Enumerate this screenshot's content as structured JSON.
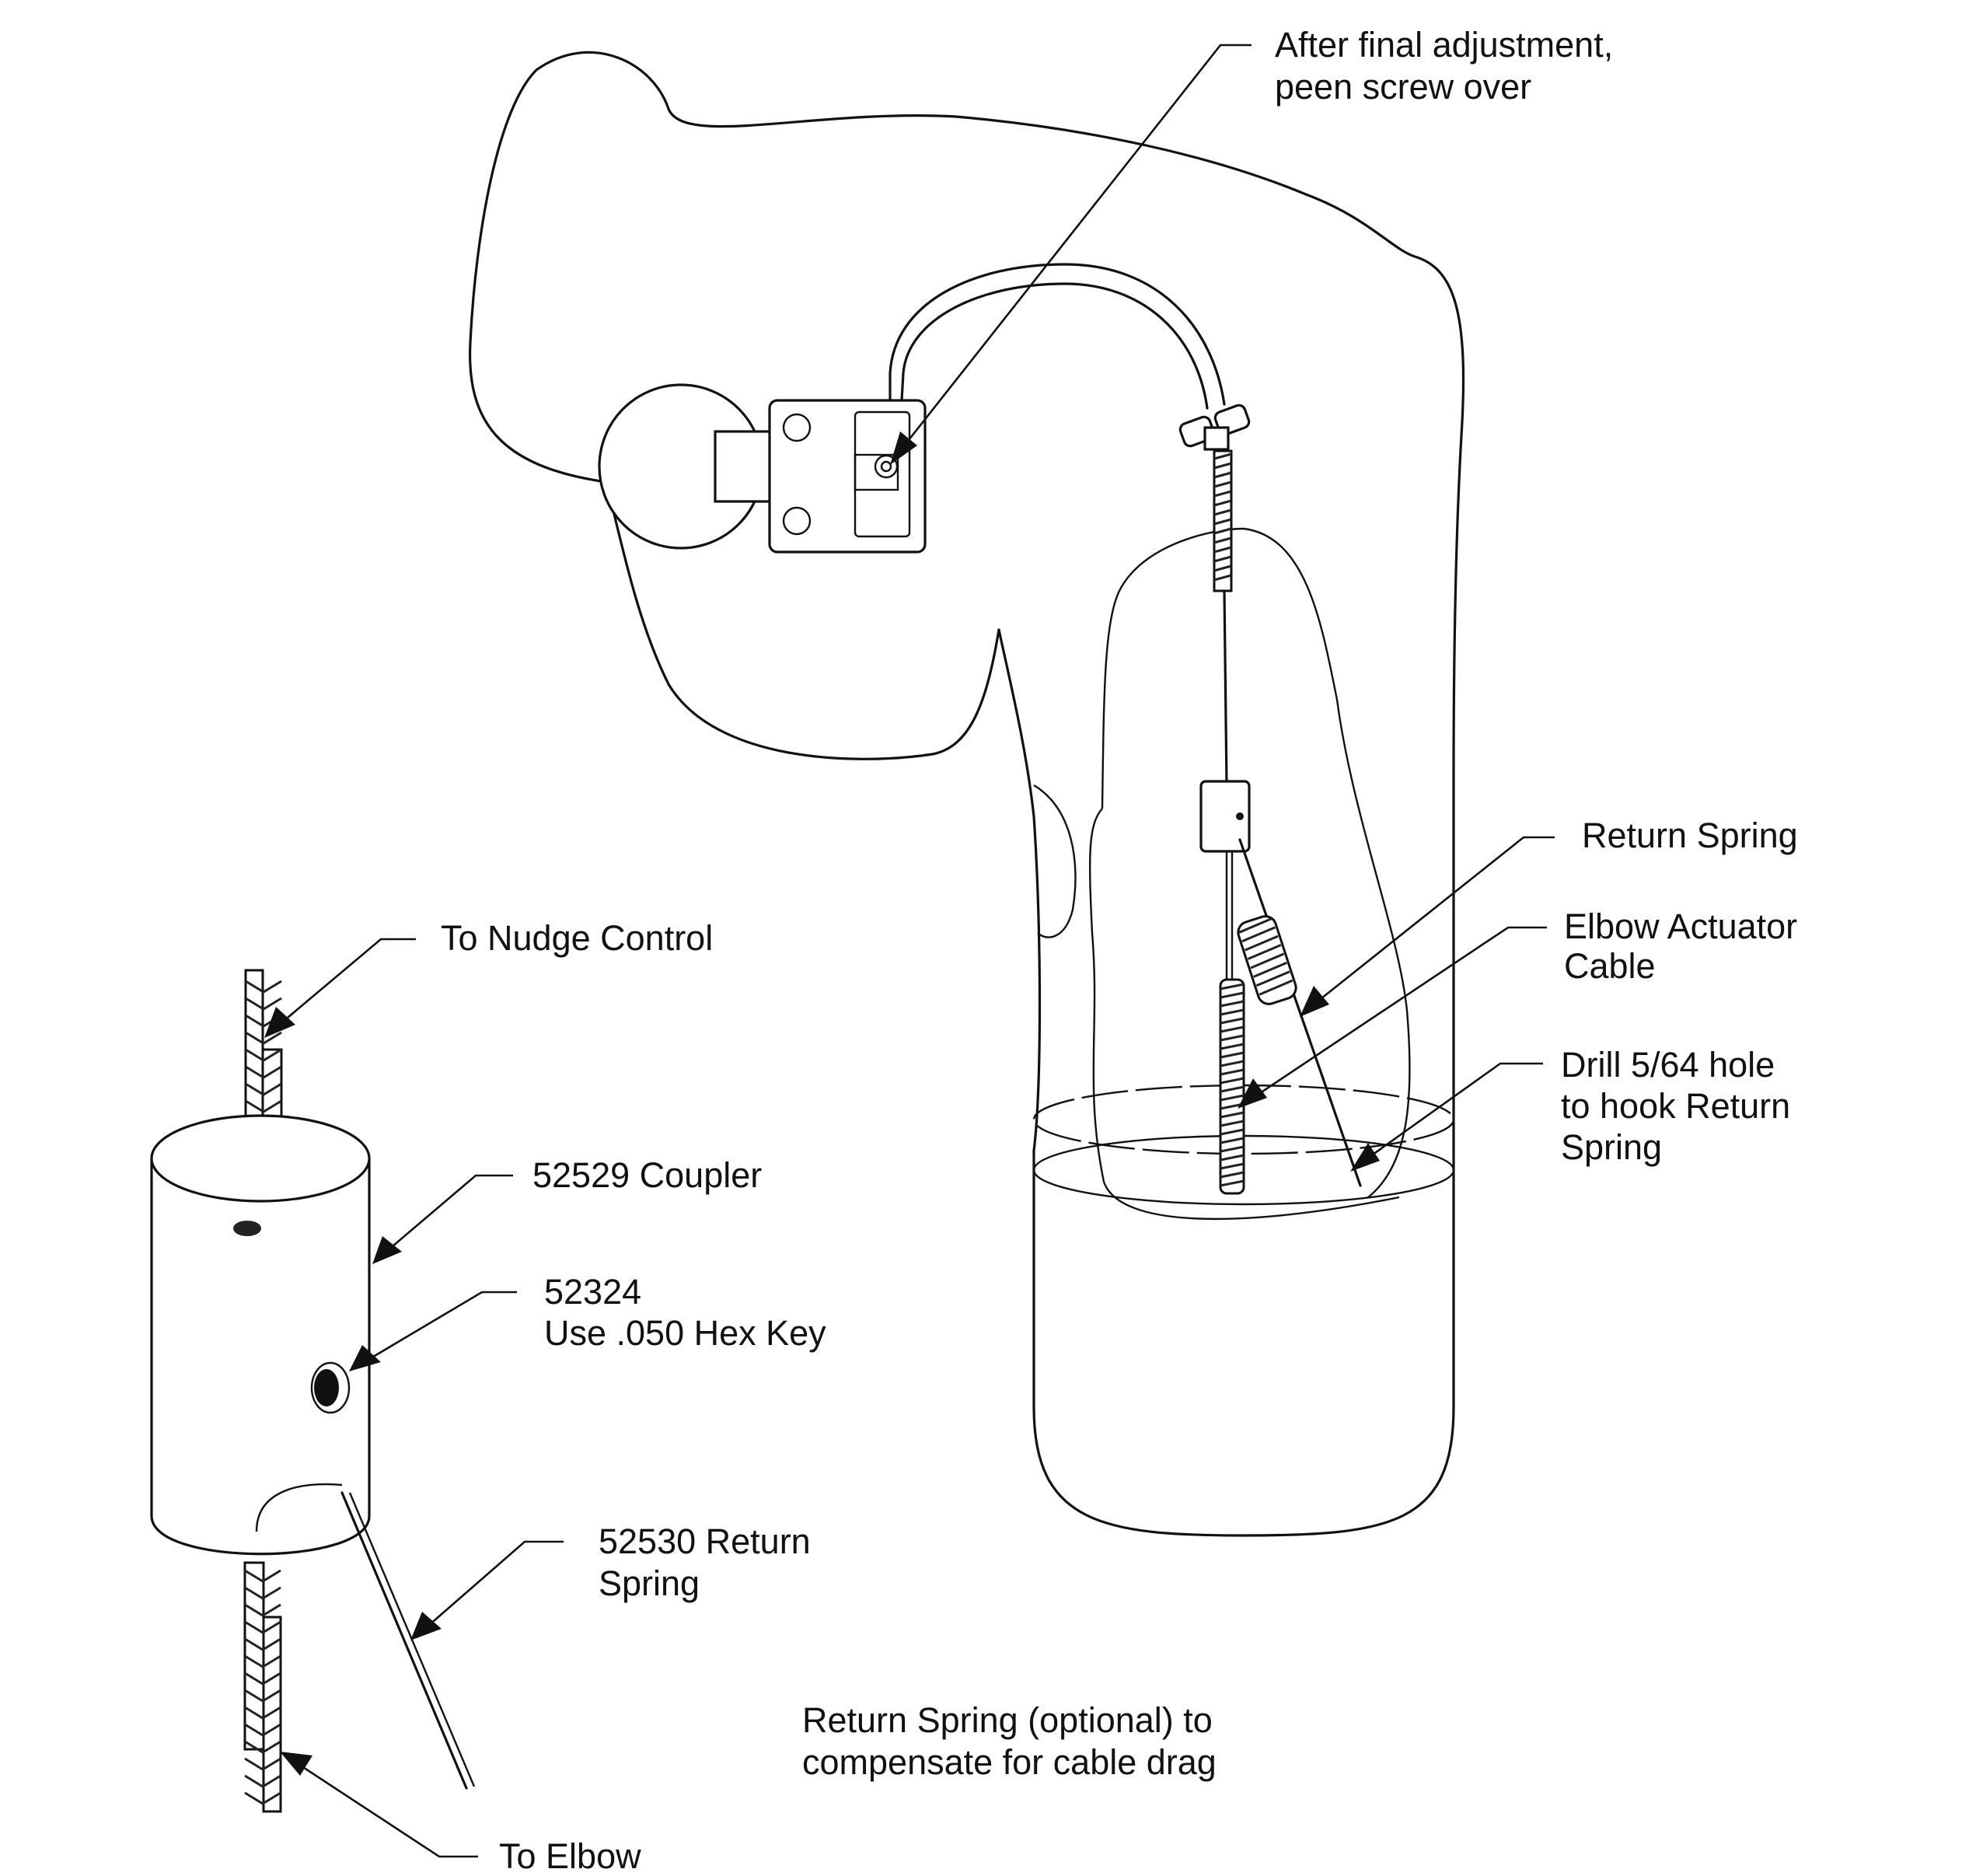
{
  "figure": {
    "title": "Elbow actuator cable and return spring installation",
    "line_color": "#111111",
    "background": "#ffffff"
  },
  "callouts": {
    "peen_screw": {
      "lines": [
        "After final adjustment,",
        "peen screw over"
      ]
    },
    "return_spring": {
      "lines": [
        "Return Spring"
      ]
    },
    "elbow_actuator_cable": {
      "lines": [
        "Elbow Actuator",
        "Cable"
      ]
    },
    "drill_hole": {
      "lines": [
        "Drill 5/64 hole",
        "to hook Return",
        "Spring"
      ]
    },
    "to_nudge_control": {
      "lines": [
        "To Nudge Control"
      ]
    },
    "coupler": {
      "lines": [
        "52529 Coupler"
      ]
    },
    "set_screw": {
      "lines": [
        "52324",
        "Use .050 Hex Key"
      ]
    },
    "return_spring_part": {
      "lines": [
        "52530 Return",
        "Spring"
      ]
    },
    "to_elbow": {
      "lines": [
        "To Elbow"
      ]
    }
  },
  "caption": {
    "lines": [
      "Return Spring (optional) to",
      "compensate for cable drag"
    ]
  }
}
